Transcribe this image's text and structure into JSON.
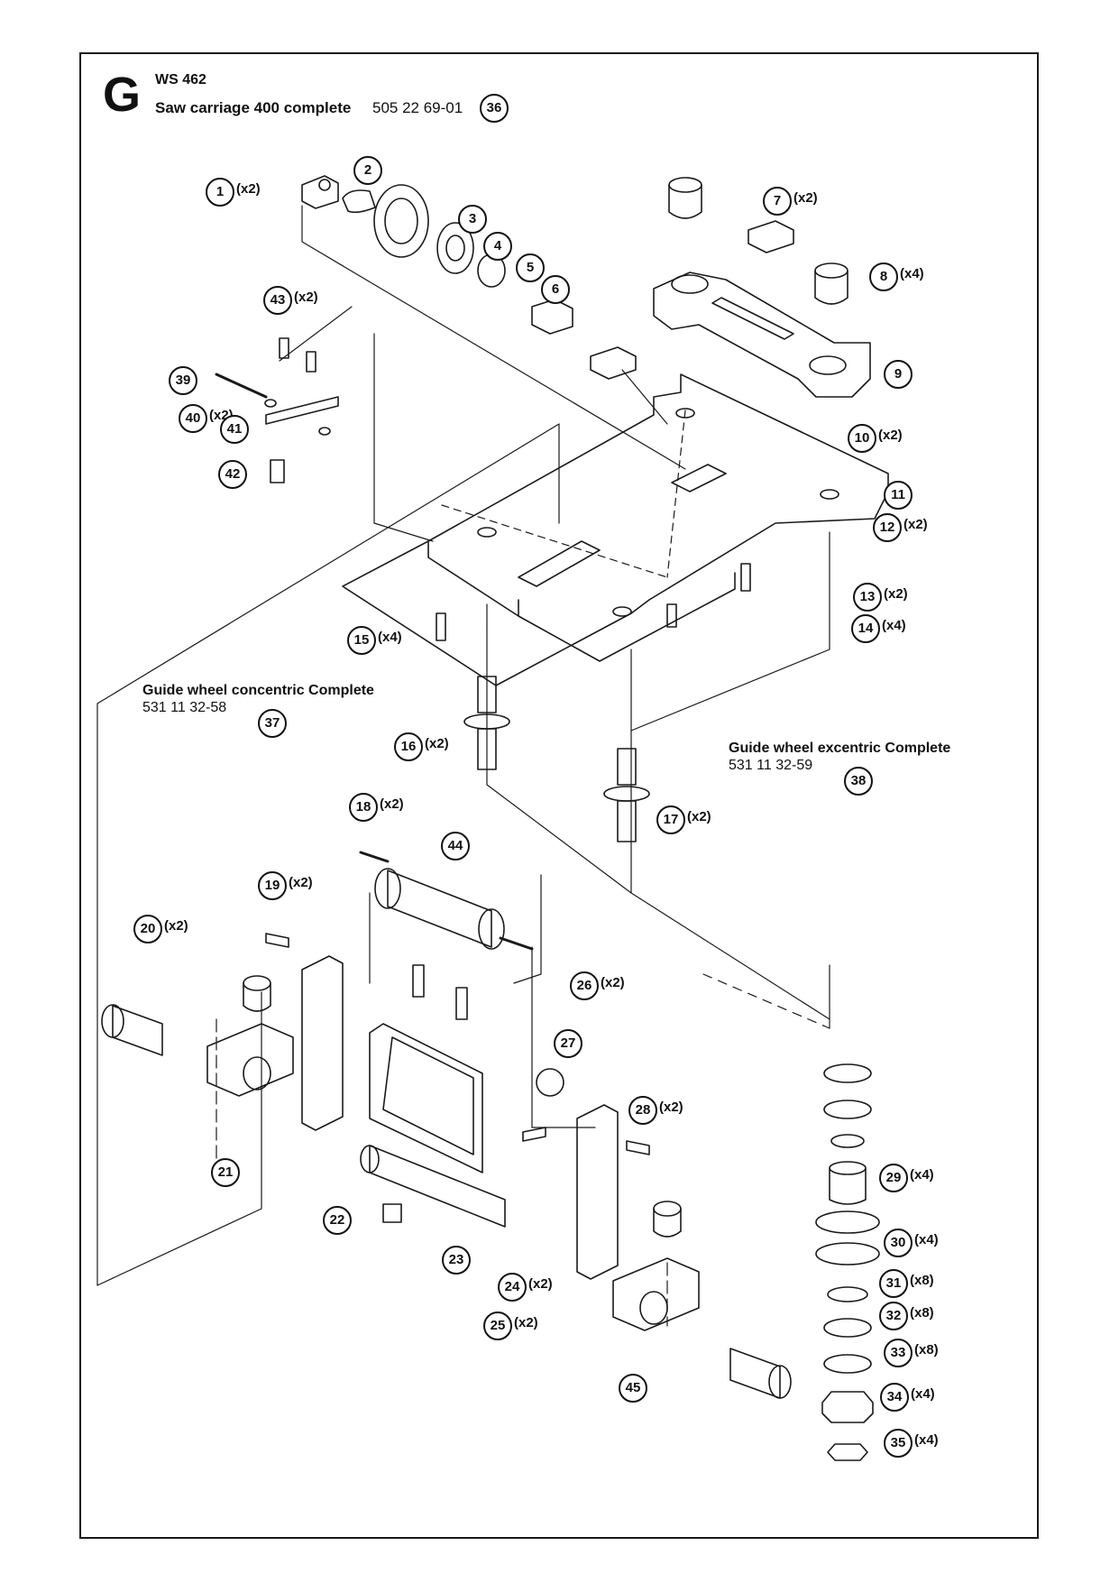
{
  "header": {
    "section_letter": "G",
    "model": "WS 462",
    "assembly_title": "Saw carriage 400 complete",
    "assembly_number": "505 22 69-01",
    "assembly_callout": "36"
  },
  "subassemblies": [
    {
      "title": "Guide wheel concentric Complete",
      "number": "531 11 32-58",
      "callout": "37"
    },
    {
      "title": "Guide wheel excentric Complete",
      "number": "531 11 32-59",
      "callout": "38"
    }
  ],
  "callouts": [
    {
      "num": "1",
      "qty": "(x2)"
    },
    {
      "num": "2",
      "qty": ""
    },
    {
      "num": "3",
      "qty": ""
    },
    {
      "num": "4",
      "qty": ""
    },
    {
      "num": "5",
      "qty": ""
    },
    {
      "num": "6",
      "qty": ""
    },
    {
      "num": "7",
      "qty": "(x2)"
    },
    {
      "num": "8",
      "qty": "(x4)"
    },
    {
      "num": "9",
      "qty": ""
    },
    {
      "num": "10",
      "qty": "(x2)"
    },
    {
      "num": "11",
      "qty": ""
    },
    {
      "num": "12",
      "qty": "(x2)"
    },
    {
      "num": "13",
      "qty": "(x2)"
    },
    {
      "num": "14",
      "qty": "(x4)"
    },
    {
      "num": "15",
      "qty": "(x4)"
    },
    {
      "num": "16",
      "qty": "(x2)"
    },
    {
      "num": "17",
      "qty": "(x2)"
    },
    {
      "num": "18",
      "qty": "(x2)"
    },
    {
      "num": "19",
      "qty": "(x2)"
    },
    {
      "num": "20",
      "qty": "(x2)"
    },
    {
      "num": "21",
      "qty": ""
    },
    {
      "num": "22",
      "qty": ""
    },
    {
      "num": "23",
      "qty": ""
    },
    {
      "num": "24",
      "qty": "(x2)"
    },
    {
      "num": "25",
      "qty": "(x2)"
    },
    {
      "num": "26",
      "qty": "(x2)"
    },
    {
      "num": "27",
      "qty": ""
    },
    {
      "num": "28",
      "qty": "(x2)"
    },
    {
      "num": "29",
      "qty": "(x4)"
    },
    {
      "num": "30",
      "qty": "(x4)"
    },
    {
      "num": "31",
      "qty": "(x8)"
    },
    {
      "num": "32",
      "qty": "(x8)"
    },
    {
      "num": "33",
      "qty": "(x8)"
    },
    {
      "num": "34",
      "qty": "(x4)"
    },
    {
      "num": "35",
      "qty": "(x4)"
    },
    {
      "num": "39",
      "qty": ""
    },
    {
      "num": "40",
      "qty": "(x2)"
    },
    {
      "num": "41",
      "qty": ""
    },
    {
      "num": "42",
      "qty": ""
    },
    {
      "num": "43",
      "qty": "(x2)"
    },
    {
      "num": "44",
      "qty": ""
    },
    {
      "num": "45",
      "qty": ""
    }
  ]
}
